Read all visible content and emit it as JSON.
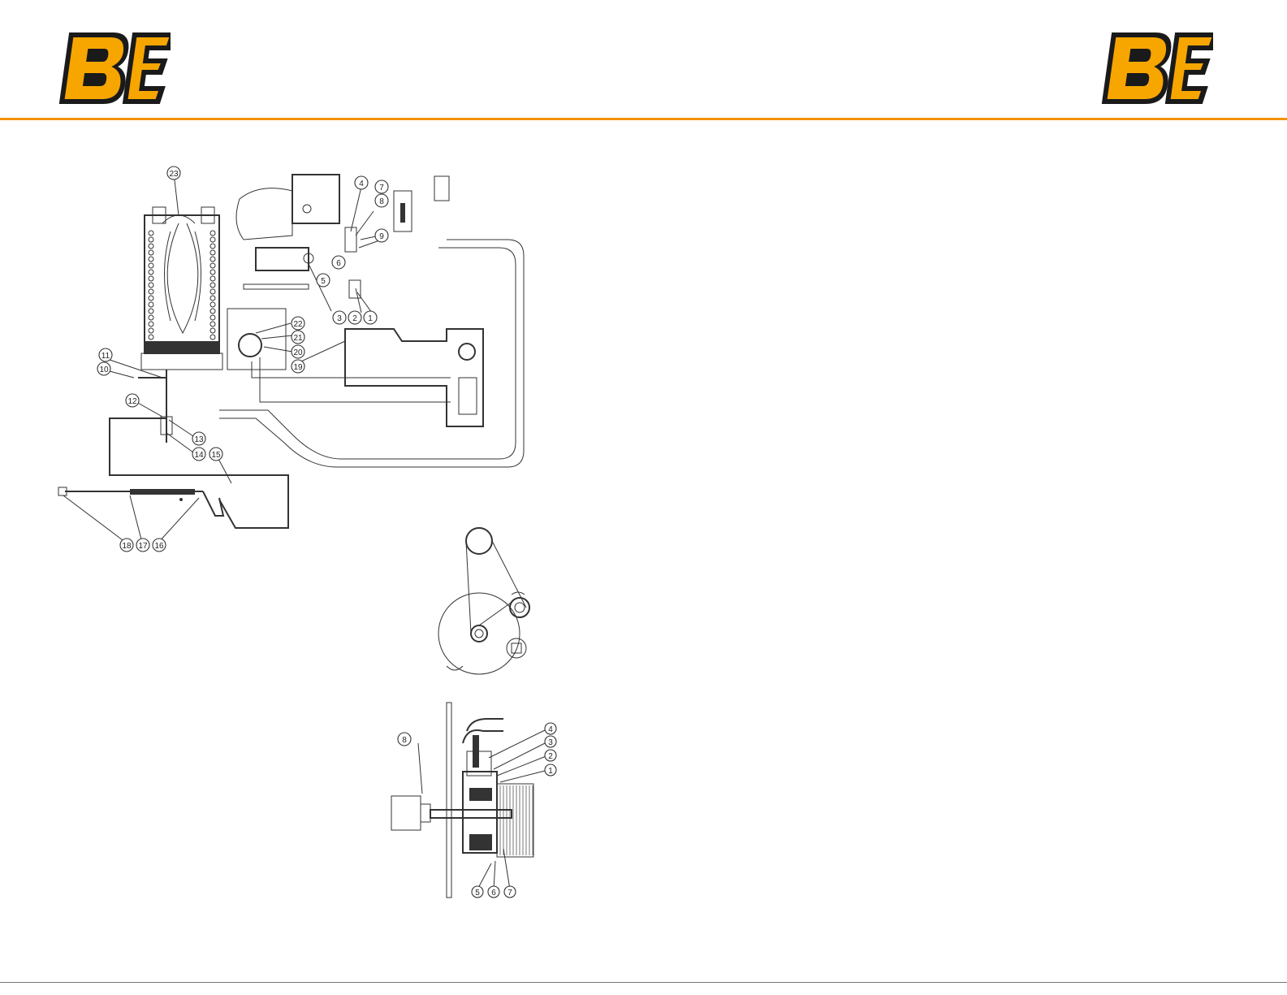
{
  "brand": {
    "logo_text": "BE",
    "logo_fill": "#f7a600",
    "logo_outline": "#1a1a1a",
    "rule_color": "#f39200"
  },
  "plumbing_callouts": [
    "1",
    "2",
    "3",
    "4",
    "5",
    "6",
    "7",
    "8",
    "9",
    "10",
    "11",
    "12",
    "13",
    "14",
    "15",
    "16",
    "17",
    "18",
    "19",
    "20",
    "21",
    "22",
    "23"
  ],
  "reel_callouts": [
    "1",
    "2",
    "3",
    "4",
    "5",
    "6",
    "7",
    "8"
  ]
}
